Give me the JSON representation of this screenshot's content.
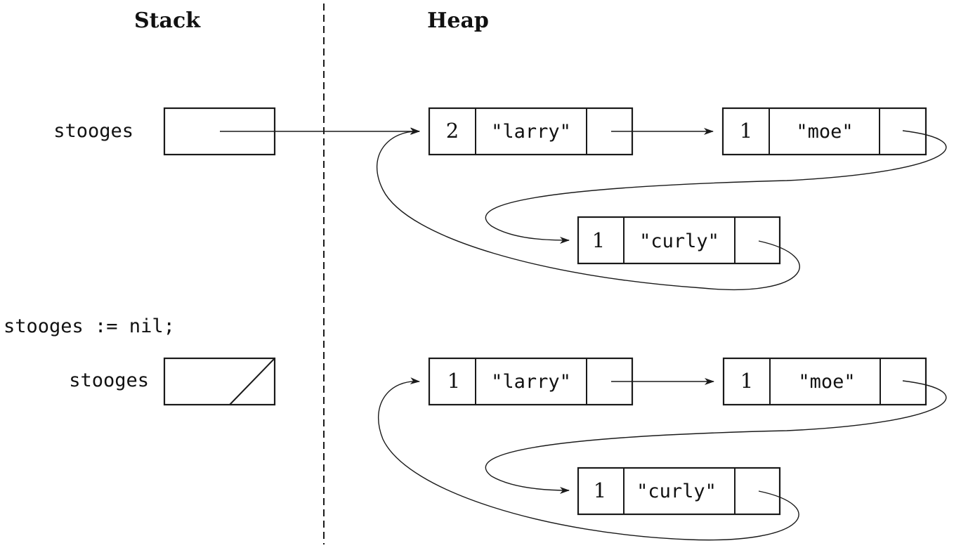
{
  "headings": {
    "stack": "Stack",
    "heap": "Heap"
  },
  "before": {
    "variable": "stooges",
    "nodes": [
      {
        "id": "larry",
        "count": "2",
        "value": "\"larry\""
      },
      {
        "id": "moe",
        "count": "1",
        "value": "\"moe\""
      },
      {
        "id": "curly",
        "count": "1",
        "value": "\"curly\""
      }
    ]
  },
  "statement": "stooges := nil;",
  "after": {
    "variable": "stooges",
    "variable_is_nil": true,
    "nodes": [
      {
        "id": "larry",
        "count": "1",
        "value": "\"larry\""
      },
      {
        "id": "moe",
        "count": "1",
        "value": "\"moe\""
      },
      {
        "id": "curly",
        "count": "1",
        "value": "\"curly\""
      }
    ]
  },
  "colors": {
    "ink": "#1a1a1a",
    "background": "#ffffff"
  }
}
